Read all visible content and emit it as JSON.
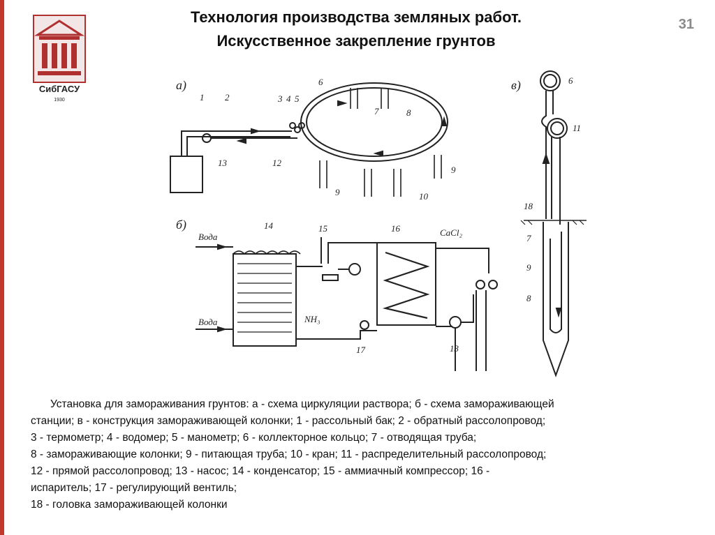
{
  "header": {
    "title_line1": "Технология производства земляных работ.",
    "title_line2": "Искусственное закрепление грунтов",
    "page_number": "31"
  },
  "logo": {
    "text": "СибГАСУ",
    "sub": "1930"
  },
  "diagram": {
    "panel_labels": {
      "a": "а)",
      "b": "б)",
      "v": "в)"
    },
    "numbers": [
      "1",
      "2",
      "3",
      "4",
      "5",
      "6",
      "7",
      "8",
      "9",
      "10",
      "11",
      "12",
      "13",
      "14",
      "15",
      "16",
      "17",
      "18"
    ],
    "labels": {
      "water": "Вода",
      "nh3": "NH₃",
      "cacl2": "CaCl₂"
    }
  },
  "caption": {
    "lines": [
      "Установка для замораживания грунтов: а - схема циркуляции раствора; б - схема замораживающей",
      "станции; в - конструкция замораживающей колонки; 1 - рассольный бак; 2 - обратный рассолопровод;",
      "3 - термометр; 4 - водомер; 5 - манометр; 6 - коллекторное кольцо; 7 - отводящая труба;",
      "8 - замораживающие колонки; 9 - питающая труба; 10 - кран; 11 - распределительный рассолопровод;",
      "12 - прямой рассолопровод; 13 - насос; 14 - конденсатор; 15 - аммиачный компрессор; 16 -",
      "испаритель; 17 - регулирующий вентиль;",
      "18 - головка замораживающей колонки"
    ]
  }
}
